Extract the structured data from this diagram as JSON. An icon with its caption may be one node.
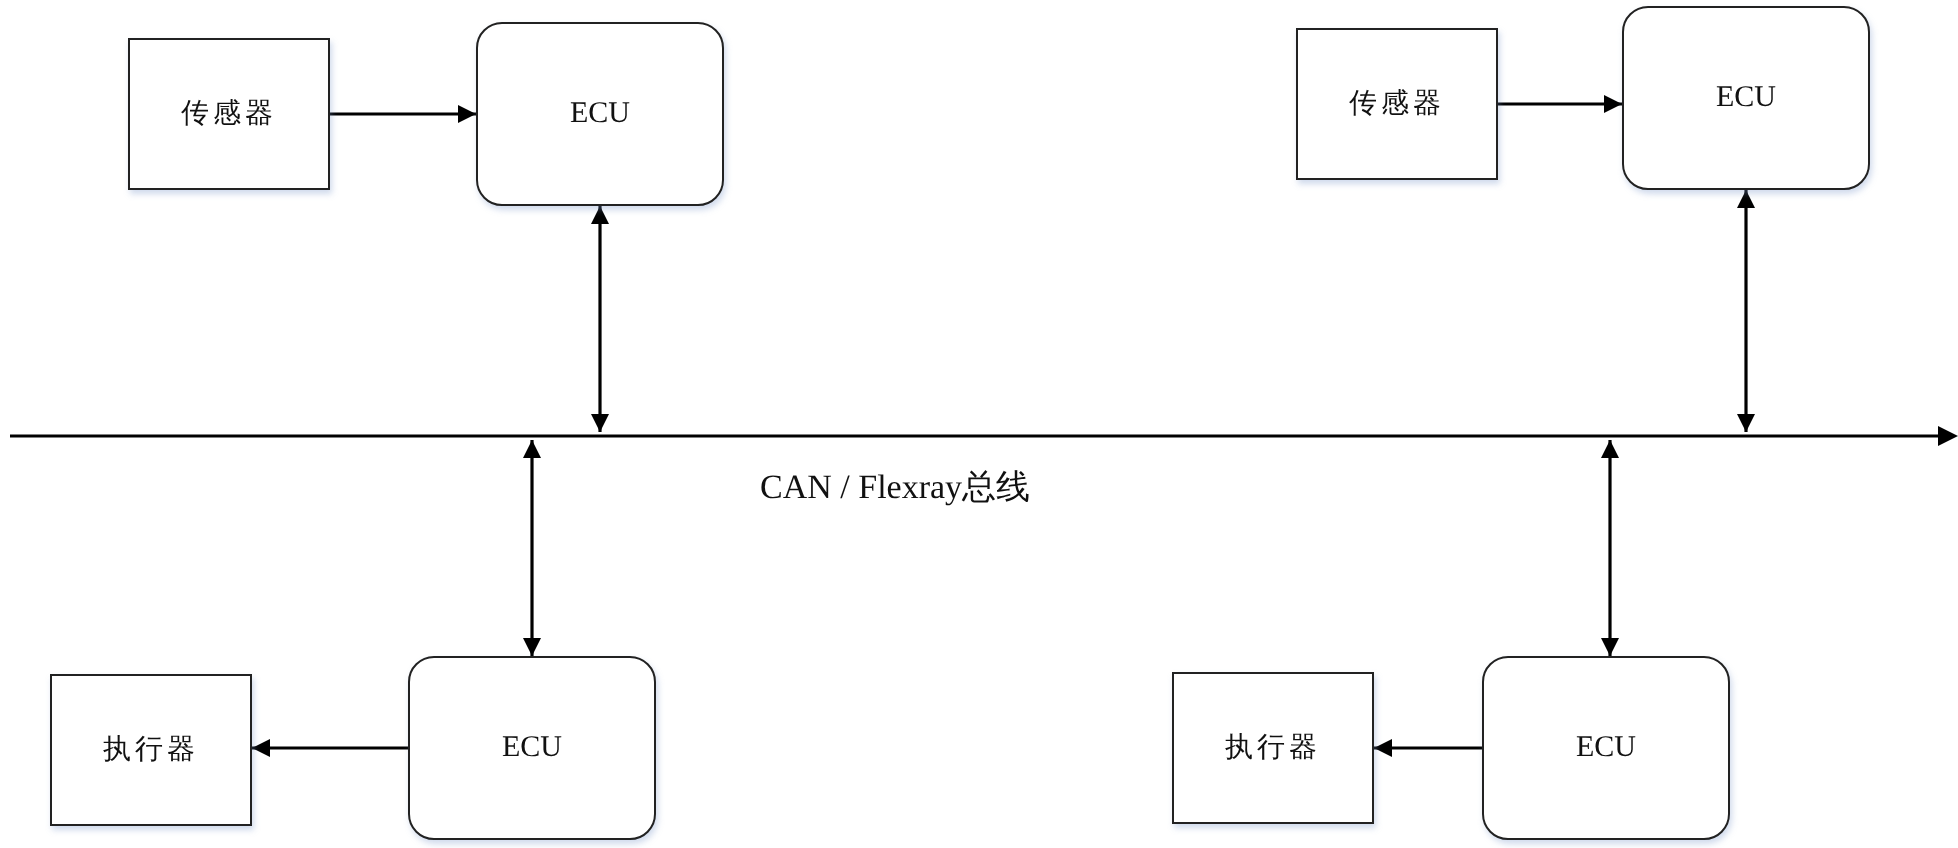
{
  "diagram": {
    "nodes": [
      {
        "text": [
          "传感器"
        ]
      },
      {
        "text": [
          "ECU"
        ]
      },
      {
        "text": [
          "传感器"
        ]
      },
      {
        "text": [
          "ECU"
        ]
      },
      {
        "text": [],
        "shape": "bar",
        "beside": [
          "CAN / Flexray总线"
        ]
      },
      {
        "text": [
          "执行器"
        ]
      },
      {
        "text": [
          "ECU"
        ]
      },
      {
        "text": [
          "执行器"
        ]
      },
      {
        "text": [
          "ECU"
        ]
      }
    ],
    "edges": [
      {
        "from": 0,
        "to": 1,
        "arrow": "to"
      },
      {
        "from": 2,
        "to": 3,
        "arrow": "to"
      },
      {
        "from": 1,
        "to": 4,
        "arrow": "both"
      },
      {
        "from": 3,
        "to": 4,
        "arrow": "both"
      },
      {
        "from": 4,
        "to": 6,
        "arrow": "both"
      },
      {
        "from": 4,
        "to": 8,
        "arrow": "both"
      },
      {
        "from": 6,
        "to": 5,
        "arrow": "to"
      },
      {
        "from": 8,
        "to": 7,
        "arrow": "to"
      }
    ]
  }
}
